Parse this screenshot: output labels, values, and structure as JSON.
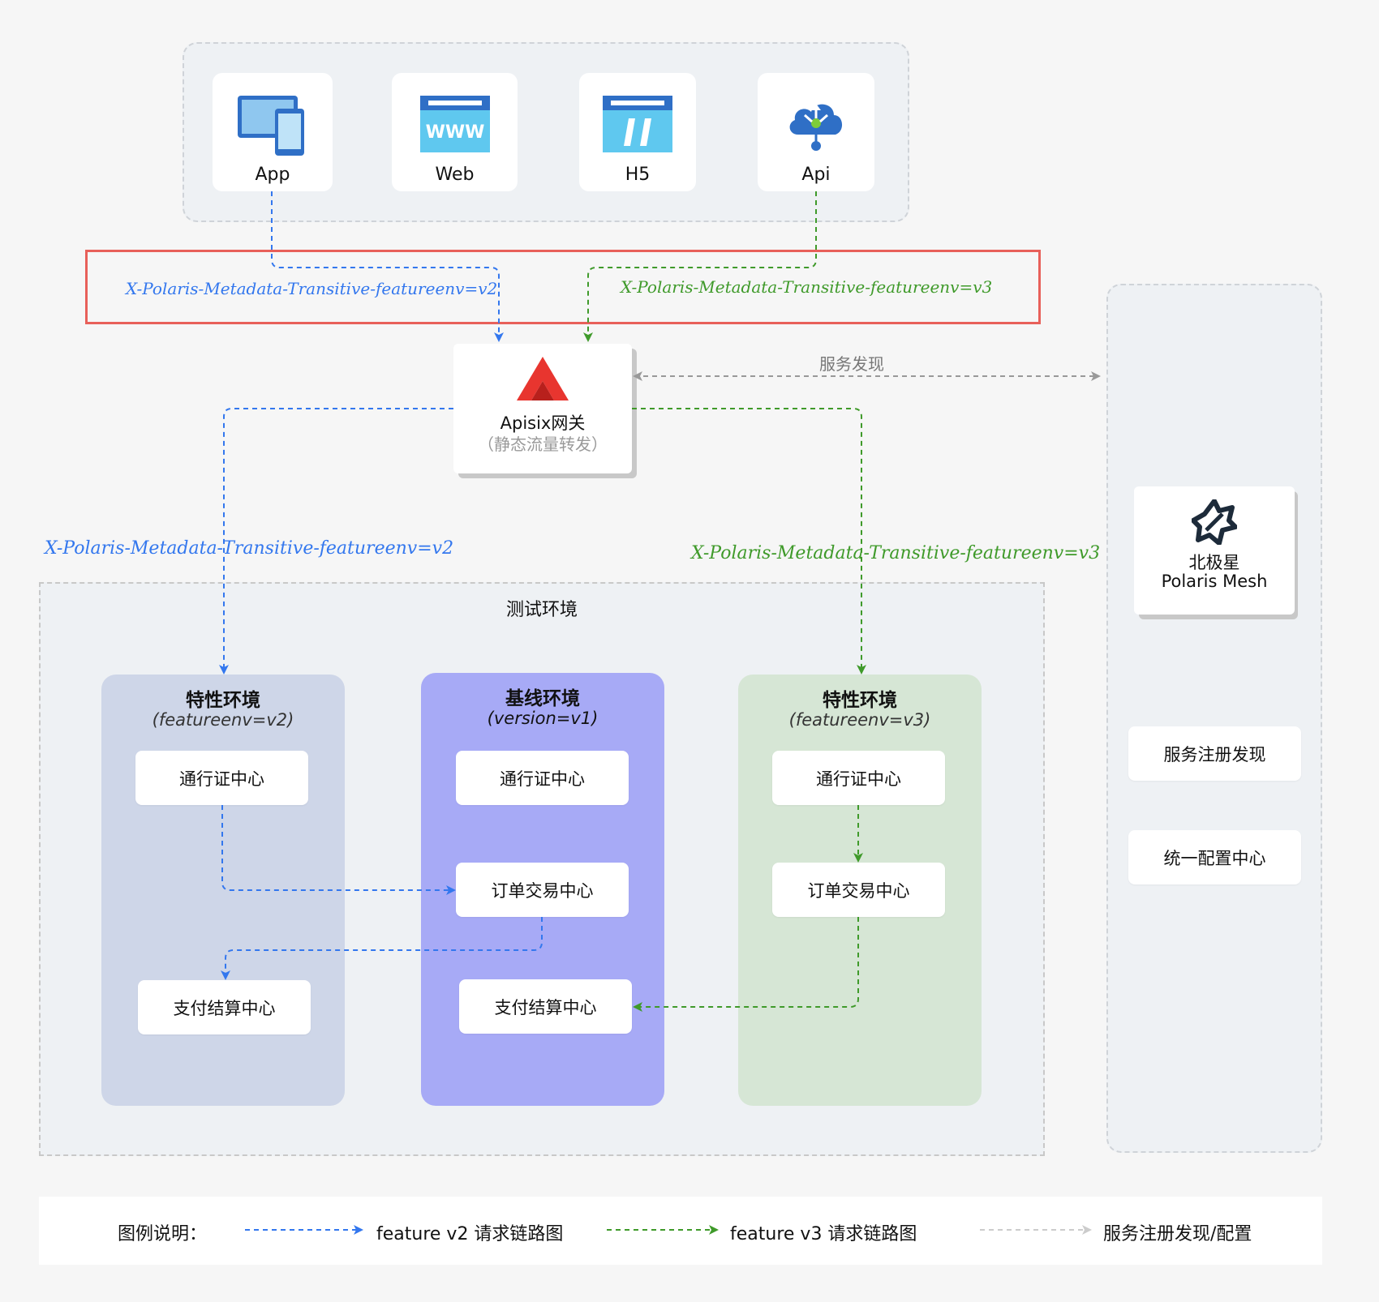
{
  "clients": [
    {
      "label": "App",
      "icon": "devices-icon"
    },
    {
      "label": "Web",
      "icon": "www-browser-icon"
    },
    {
      "label": "H5",
      "icon": "h5-window-icon"
    },
    {
      "label": "Api",
      "icon": "cloud-api-icon"
    }
  ],
  "header_labels": {
    "v2": "X-Polaris-Metadata-Transitive-featureenv=v2",
    "v3": "X-Polaris-Metadata-Transitive-featureenv=v3"
  },
  "gateway": {
    "title": "Apisix网关",
    "subtitle": "（静态流量转发）",
    "icon": "apisix-logo-icon"
  },
  "service_discovery_label": "服务发现",
  "route_labels": {
    "v2": "X-Polaris-Metadata-Transitive-featureenv=v2",
    "v3": "X-Polaris-Metadata-Transitive-featureenv=v3"
  },
  "test_env": {
    "title": "测试环境",
    "envs": [
      {
        "title": "特性环境",
        "subtitle": "(featureenv=v2)",
        "services": [
          "通行证中心",
          "支付结算中心"
        ]
      },
      {
        "title": "基线环境",
        "subtitle": "(version=v1)",
        "services": [
          "通行证中心",
          "订单交易中心",
          "支付结算中心"
        ]
      },
      {
        "title": "特性环境",
        "subtitle": "(featureenv=v3)",
        "services": [
          "通行证中心",
          "订单交易中心"
        ]
      }
    ]
  },
  "polaris": {
    "name_cn": "北极星",
    "name_en": "Polaris Mesh",
    "icon": "polaris-star-icon",
    "features": [
      "服务注册发现",
      "统一配置中心"
    ]
  },
  "legend": {
    "title": "图例说明：",
    "items": [
      "feature v2 请求链路图",
      "feature v3 请求链路图",
      "服务注册发现/配置"
    ]
  },
  "colors": {
    "v2": "#3377ee",
    "v3": "#3f9a2a",
    "discovery": "#999999",
    "highlight": "#e8605a",
    "baseline_env": "#a7aaf6",
    "feature_v2_env": "#ced6e8",
    "feature_v3_env": "#d6e6d5"
  }
}
